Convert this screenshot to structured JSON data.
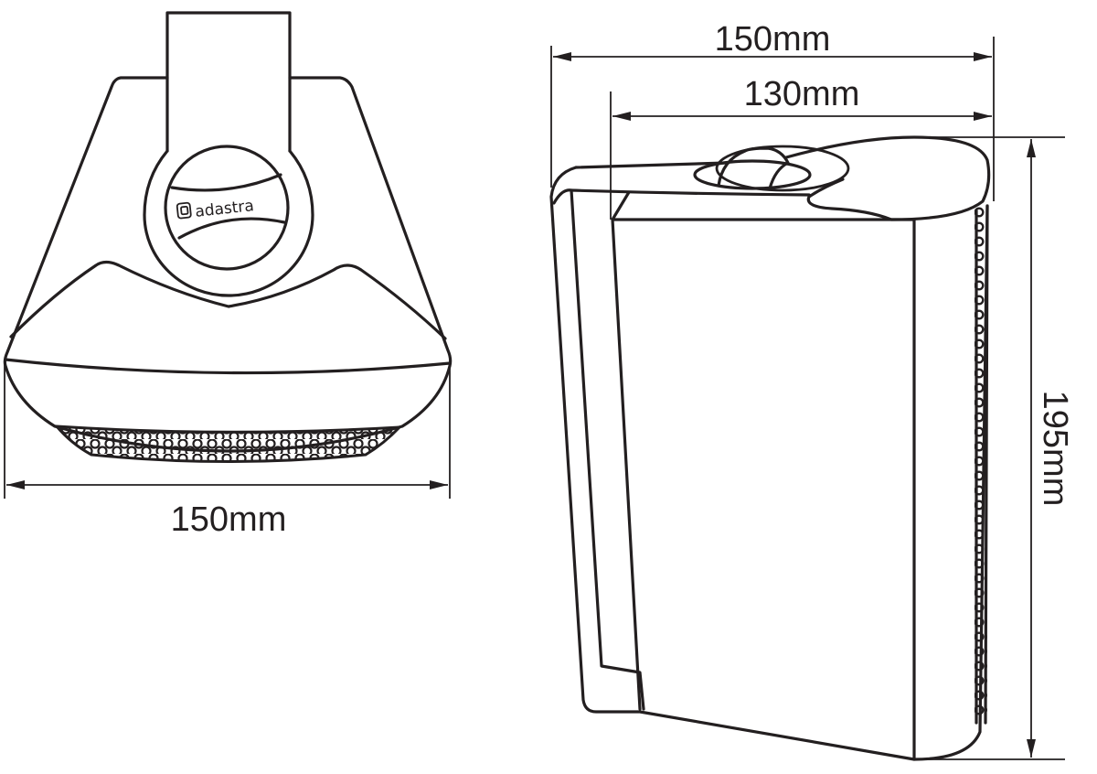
{
  "front_view": {
    "brand_logo": "adastra",
    "width_label": "150mm"
  },
  "side_view": {
    "overall_depth_label": "150mm",
    "body_depth_label": "130mm",
    "height_label": "195mm"
  },
  "colors": {
    "line": "#231f20",
    "background": "#ffffff"
  }
}
